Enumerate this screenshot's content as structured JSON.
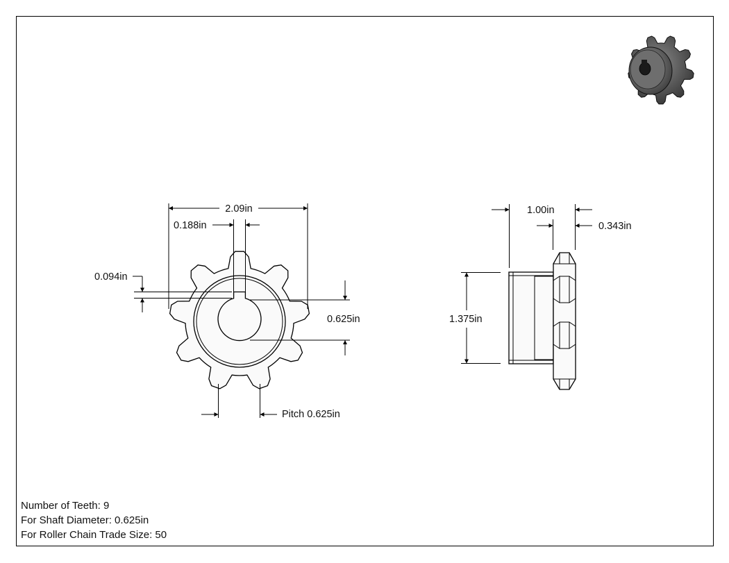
{
  "drawing": {
    "dimensions": {
      "outside_diameter": "2.09in",
      "keyway_width": "0.188in",
      "keyway_depth": "0.094in",
      "bore": "0.625in",
      "pitch": "Pitch 0.625in",
      "overall_length": "1.00in",
      "tooth_width": "0.343in",
      "hub_diameter": "1.375in"
    },
    "specs": {
      "teeth": "Number of Teeth: 9",
      "shaft": "For Shaft Diameter: 0.625in",
      "chain": "For Roller Chain Trade Size: 50"
    }
  }
}
